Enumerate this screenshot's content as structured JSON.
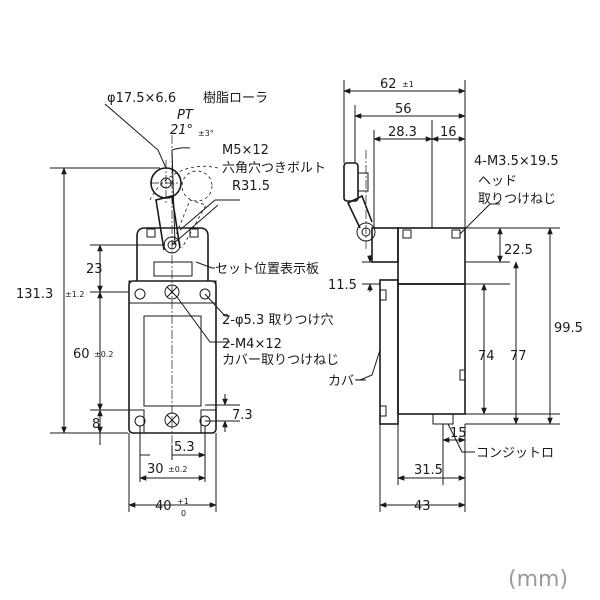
{
  "labels": {
    "roller_dim": "φ17.5×6.6",
    "roller_material": "樹脂ローラ",
    "pt": "PT",
    "angle": "21°",
    "angle_tol": "±3°",
    "bolt": "M5×12",
    "bolt_desc": "六角穴つきボルト",
    "radius": "R31.5",
    "set_indicator": "セット位置表示板",
    "hole_spec": "2-φ5.3  取りつけ穴",
    "cover_screw": "2-M4×12",
    "cover_screw_desc": "カバー取りつけねじ",
    "cover": "カバー",
    "head_screw": "4-M3.5×19.5",
    "head_screw_desc1": "ヘッド",
    "head_screw_desc2": "取りつけねじ",
    "conduit": "コンジットロ"
  },
  "dims": {
    "d131": "131.3",
    "d131_tol": "±1.2",
    "d23": "23",
    "d60": "60",
    "d60_tol": "±0.2",
    "d8": "8",
    "d7_3": "7.3",
    "d5_3": "5.3",
    "d30": "30",
    "d30_tol": "±0.2",
    "d40": "40",
    "d40_tol_plus": "+1",
    "d40_tol_minus": "0",
    "d62": "62",
    "d62_tol": "±1",
    "d56": "56",
    "d28_3": "28.3",
    "d16": "16",
    "d22_5": "22.5",
    "d11_5": "11.5",
    "d99_5": "99.5",
    "d74": "74",
    "d77": "77",
    "d15": "15",
    "d31_5": "31.5",
    "d43": "43"
  },
  "unit": "(mm)"
}
